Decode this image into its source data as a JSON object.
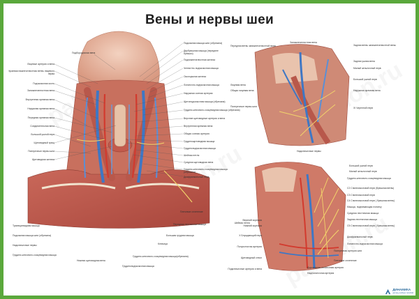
{
  "poster": {
    "title": "Вены и нервы шеи",
    "frame_color": "#5aa83c",
    "watermark": "palmon.ru",
    "logo": {
      "name": "ДИНАМИКА",
      "tagline": "нагляд учебных пособий"
    }
  },
  "panels": {
    "main": {
      "labels_left": [
        "Лицевые артерия и вена",
        "Краевая нижнечелюстная ветвь лицевого нерва",
        "Подъязычная кость",
        "Занижнечелюстная вена",
        "Внутренняя яремная вена",
        "Наружная яремная вена",
        "Передняя яремная вена",
        "Соединительная вена",
        "Большой ушной нерв",
        "Щитовидный хрящ",
        "Поперечные нервы шеи",
        "Щитовидная железа"
      ],
      "labels_top": [
        "Подбородочная вена"
      ],
      "labels_right": [
        "Подкожная мышца шеи (обрезана)",
        "Двубрюшная мышца (переднее брюшко)",
        "Поднижнечелюстная железа",
        "Челюстно-подъязычная мышца",
        "Околоушная железа",
        "Лопаточно-подъязычная мышца",
        "Наружная сонная артерия",
        "Щитоподъязычная мышца (обрезана)",
        "Грудино-ключично-сосцевидная мышца (обрезана)",
        "Верхние щитовидные артерия и вена",
        "Внутренняя яремная вена",
        "Общая сонная артерия",
        "Грудинощитовидная мышца",
        "Грудиноподъязычная мышца",
        "Шейная петля",
        "Средняя щитовидная вена",
        "Грудино-ключично-сосцевидная мышца (обрезана)",
        "Диафрагмальный нерв"
      ],
      "labels_bottom_left": [
        "Трапециевидная мышца",
        "Подкожная мышца шеи (обрезана)",
        "Надключичные нервы",
        "Грудино-ключично-сосцевидная мышца",
        "Нижняя щитовидная вена"
      ],
      "labels_bottom_right": [
        "Плечевое сплетение",
        "Передняя лестничная мышца",
        "Большая грудная мышца",
        "Ключица",
        "Грудино-ключично-сосцевидная мышца(обрезана)",
        "Грудиноподъязычная мышца"
      ]
    },
    "upper_right": {
      "labels_left": [
        "Передняя ветвь занижнечелюстной вены",
        "Лицевая вена",
        "Общая лицевая вена",
        "Поперечные нервы шеи"
      ],
      "labels_top": [
        "Занижнечелюстная вена"
      ],
      "labels_right": [
        "Задняя ветвь занижнечелюстной вены",
        "Задняя ушная вена",
        "Малый затылочный нерв",
        "Большой ушной нерв",
        "Наружная яремная вена",
        "XI Черепной нерв"
      ],
      "labels_bottom": [
        "Надключичные нервы"
      ]
    },
    "lower_right": {
      "labels_right": [
        "Большой ушной нерв",
        "Малый затылочный нерв",
        "Грудино-ключично-сосцевидная мышца",
        "С2 Спинномозговой нерв (брюшная ветвь)",
        "С3 Спинномозговой нерв",
        "С4 Спинномозговой нерв ( брюшная ветвь)",
        "Мышца, поднимающая лопатку",
        "Средняя лестничная мышца",
        "Задняя лестничная мышца",
        "С5 Спинномозговой нерв ( брюшная ветвь)",
        "Диафрагмальный нерв",
        "Лопаточно-подъязычная мышца",
        "Поперечная артерия шеи",
        "Плечевое сплетение",
        "Дорсальная лопаточная артерия",
        "Надлопаточная артерия"
      ],
      "labels_left": [
        "Шейная петля",
        "Верхний корешок",
        "Нижний корешок",
        "Х Блуждающий нерв",
        "Полуостистая артерия",
        "Щитовидный ствол",
        "Подключичные артерия и вена"
      ]
    }
  }
}
